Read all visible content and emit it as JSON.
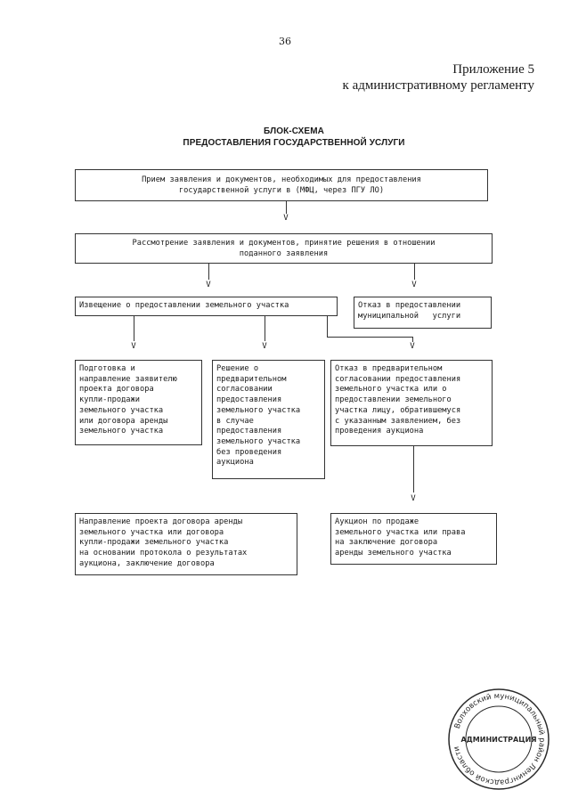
{
  "page_number": "36",
  "appendix": {
    "line1": "Приложение 5",
    "line2": "к административному регламенту"
  },
  "title": {
    "line1": "БЛОК-СХЕМА",
    "line2": "ПРЕДОСТАВЛЕНИЯ ГОСУДАРСТВЕННОЙ УСЛУГИ"
  },
  "arrow_symbol": "V",
  "flow": {
    "intake": "Прием заявления и документов, необходимых для предоставления\nгосударственной услуги в (МФЦ, через ПГУ ЛО)",
    "review": "Рассмотрение заявления и документов, принятие решения в отношении\nподанного заявления",
    "notice": "Извещение о предоставлении земельного участка",
    "refusal": "Отказ в предоставлении\nмуниципальной   услуги",
    "prep_contract": "Подготовка и\nнаправление заявителю\nпроекта договора\nкупли-продажи\nземельного участка\nили договора аренды\nземельного участка",
    "decision": "Решение о\nпредварительном\nсогласовании\nпредоставления\nземельного участка\nв случае\nпредоставления\nземельного участка\nбез проведения\nаукциона",
    "prelim_refusal": "Отказ в предварительном\nсогласовании предоставления\nземельного участка или о\nпредоставлении земельного\nучастка лицу, обратившемуся\nс указанным заявлением, без\nпроведения аукциона",
    "send_contract": "Направление проекта договора аренды\nземельного участка или договора\nкупли-продажи земельного участка\nна основании протокола о результатах\nаукциона, заключение договора",
    "auction": "Аукцион по продаже\nземельного участка или права\nна заключение договора\nаренды земельного участка"
  },
  "stamp": {
    "center_text": "АДМИНИСТРАЦИЯ",
    "ring_text": "Волховский муниципальный район Ленинградской области"
  }
}
